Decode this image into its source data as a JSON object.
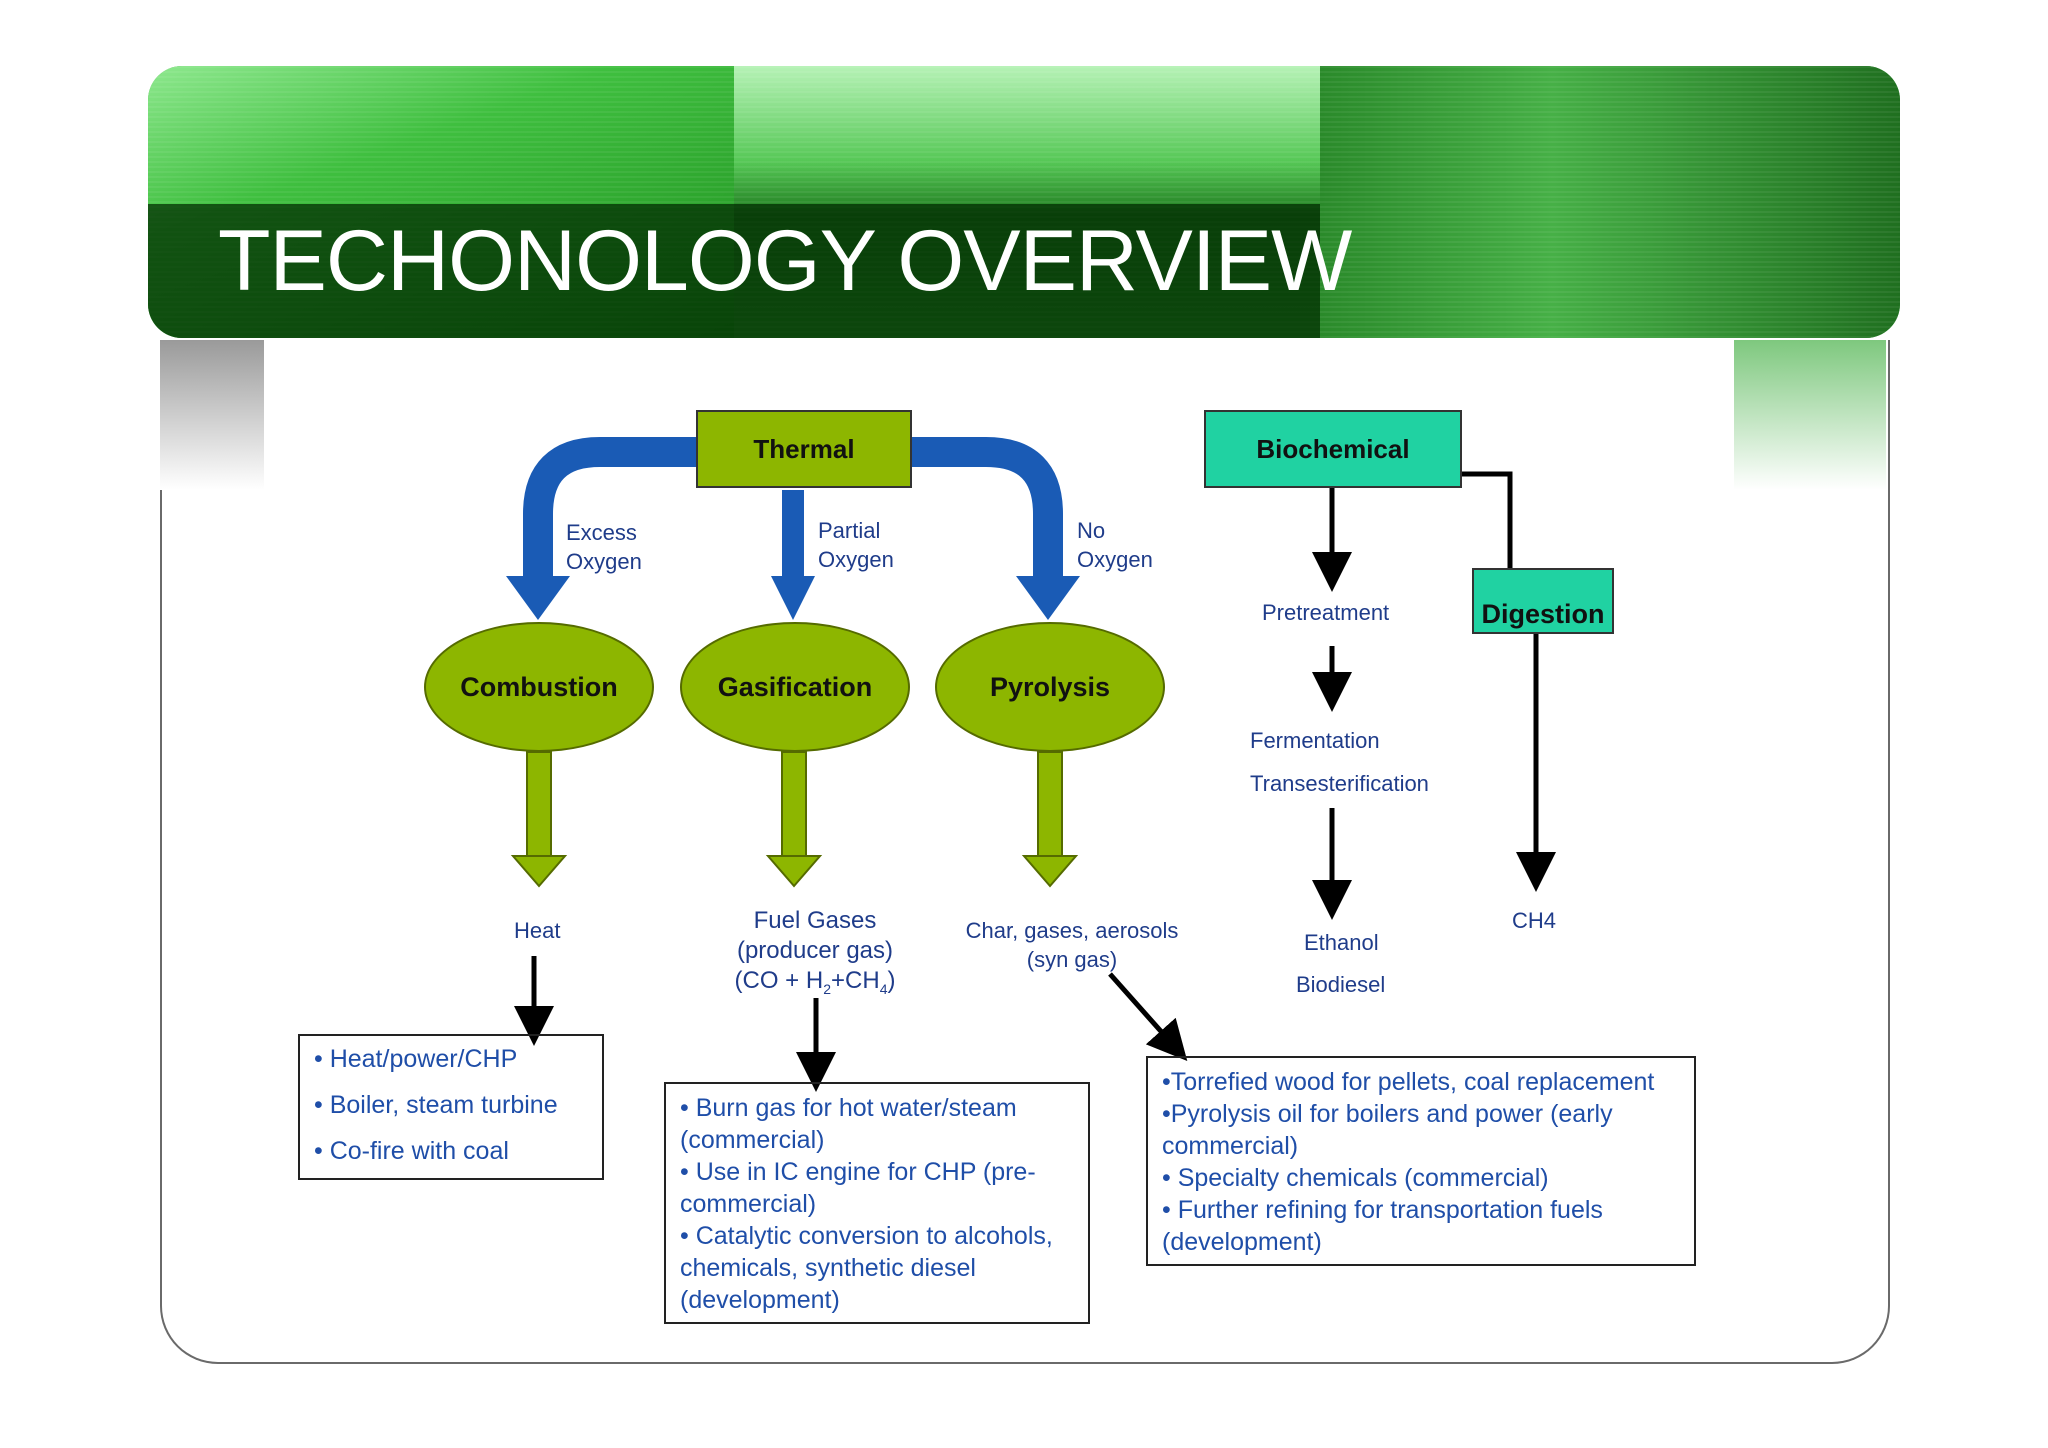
{
  "slide": {
    "title": "TECHONOLOGY OVERVIEW"
  },
  "nodes": {
    "thermal": "Thermal",
    "biochemical": "Biochemical",
    "digestion": "Digestion",
    "combustion": "Combustion",
    "gasification": "Gasification",
    "pyrolysis": "Pyrolysis"
  },
  "oxygen_labels": {
    "excess": [
      "Excess",
      "Oxygen"
    ],
    "partial": [
      "Partial",
      "Oxygen"
    ],
    "none": [
      "No",
      "Oxygen"
    ]
  },
  "outputs": {
    "heat": "Heat",
    "fuel_gases": [
      "Fuel Gases",
      "(producer gas)",
      "(CO + H",
      "2",
      "+CH",
      "4",
      ")"
    ],
    "char": [
      "Char, gases, aerosols",
      "(syn gas)"
    ],
    "ch4": "CH4"
  },
  "biochem_steps": {
    "pretreatment": "Pretreatment",
    "fermentation": "Fermentation",
    "transesterification": "Transesterification",
    "ethanol": "Ethanol",
    "biodiesel": "Biodiesel"
  },
  "applications": {
    "combustion": [
      "• Heat/power/CHP",
      "• Boiler, steam turbine",
      "• Co-fire with coal"
    ],
    "gasification": [
      "• Burn gas for hot water/steam",
      "(commercial)",
      "• Use in IC engine for CHP (pre-",
      "commercial)",
      "• Catalytic conversion to alcohols,",
      "chemicals, synthetic diesel",
      "(development)"
    ],
    "pyrolysis": [
      "•Torrefied wood for pellets, coal replacement",
      "•Pyrolysis oil for boilers and power (early",
      "commercial)",
      "• Specialty chemicals (commercial)",
      "• Further refining for transportation fuels",
      "(development)"
    ]
  },
  "colors": {
    "thermal_fill": "#8db600",
    "biochem_fill": "#20d2a2",
    "blue_arrow": "#1a5bb5",
    "green_arrow": "#8db600",
    "label_text": "#1f3c8a",
    "box_text": "#1f4ea8"
  }
}
